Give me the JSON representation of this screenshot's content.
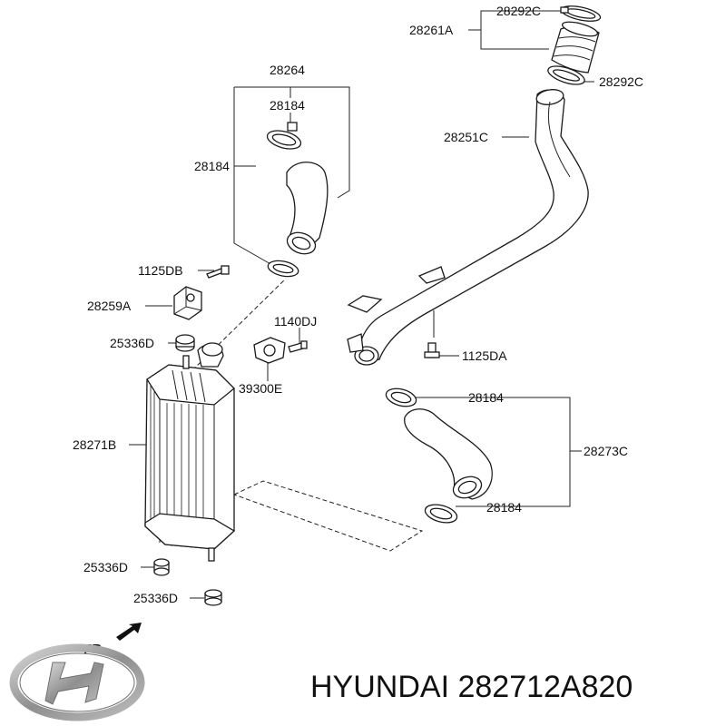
{
  "labels": {
    "l28292c_top": "28292C",
    "l28261a": "28261A",
    "l28292c_mid": "28292C",
    "l28264": "28264",
    "l28184_a": "28184",
    "l28184_b": "28184",
    "l28251c": "28251C",
    "l1125db": "1125DB",
    "l28259a": "28259A",
    "l1140dj": "1140DJ",
    "l25336d_a": "25336D",
    "l39300e": "39300E",
    "l1125da": "1125DA",
    "l28184_c": "28184",
    "l28271b": "28271B",
    "l28273c": "28273C",
    "l28184_d": "28184",
    "l25336d_b": "25336D",
    "l25336d_c": "25336D"
  },
  "front_marker": "FR.",
  "brand": {
    "logo": "hyundai-logo-icon",
    "caption": "HYUNDAI 282712A820"
  },
  "colors": {
    "line": "#1a1a1a",
    "logo_silver": "#9a9a9a"
  }
}
